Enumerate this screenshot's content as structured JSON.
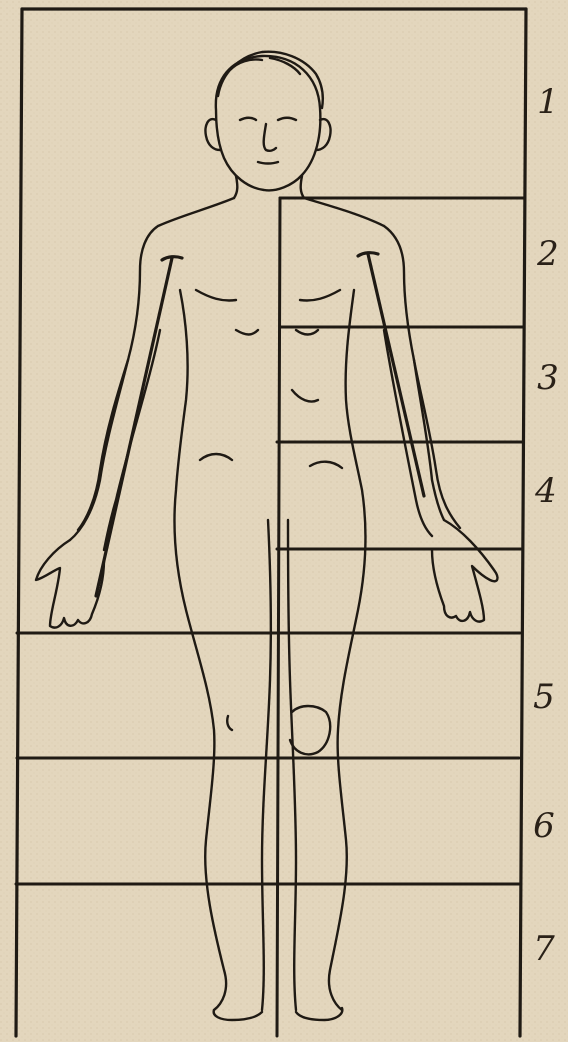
{
  "figure": {
    "labels": [
      "1",
      "2",
      "3",
      "4",
      "5",
      "6",
      "7"
    ]
  }
}
